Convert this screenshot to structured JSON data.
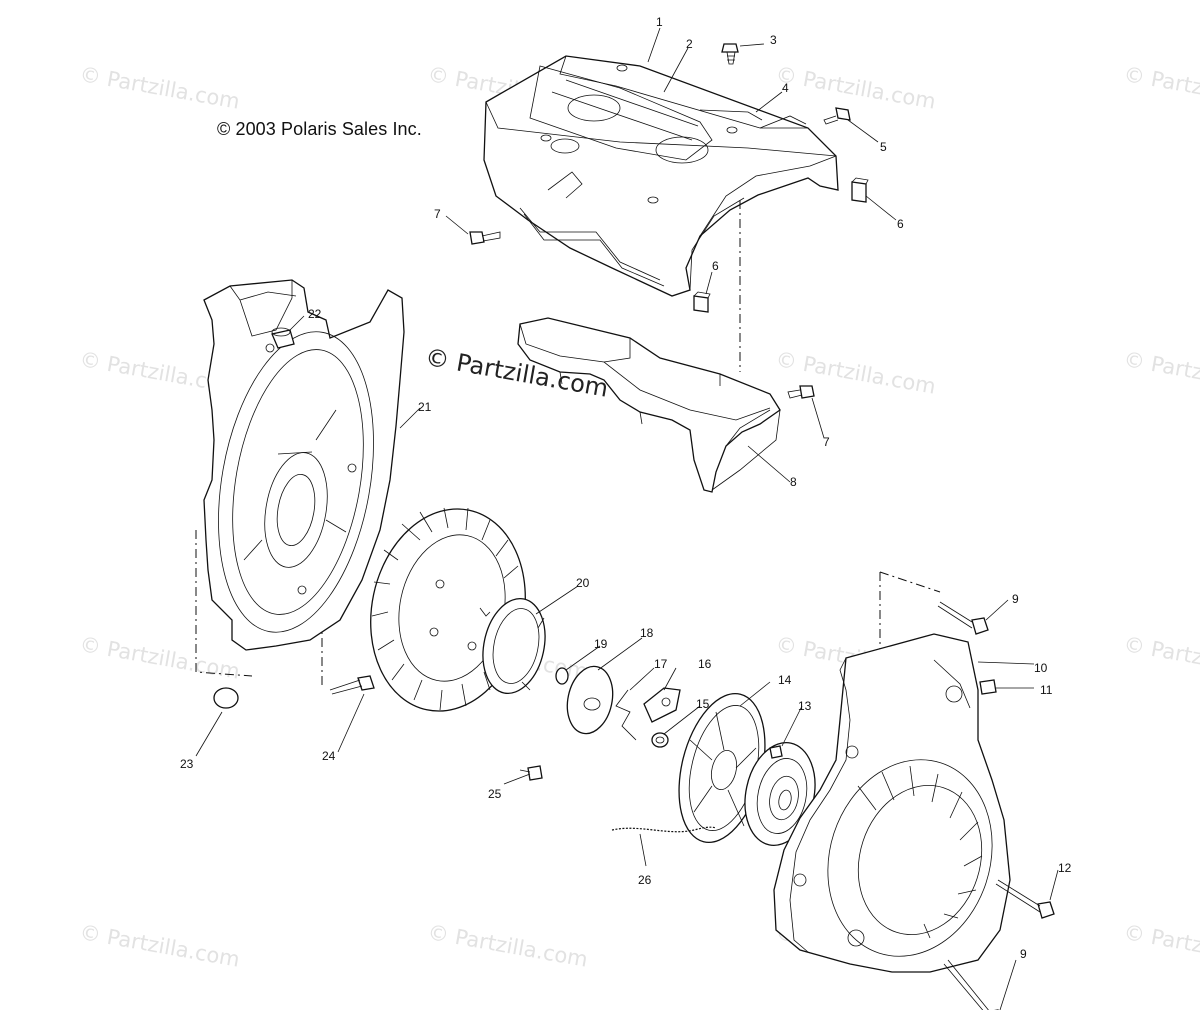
{
  "copyright": "© 2003 Polaris Sales Inc.",
  "watermark": "© Partzilla.com",
  "center_watermark": "© Partzilla.com",
  "callouts": [
    "1",
    "2",
    "3",
    "4",
    "5",
    "6",
    "6",
    "7",
    "7",
    "8",
    "9",
    "9",
    "10",
    "11",
    "12",
    "13",
    "14",
    "15",
    "16",
    "17",
    "18",
    "19",
    "20",
    "21",
    "22",
    "23",
    "24",
    "25",
    "26"
  ]
}
